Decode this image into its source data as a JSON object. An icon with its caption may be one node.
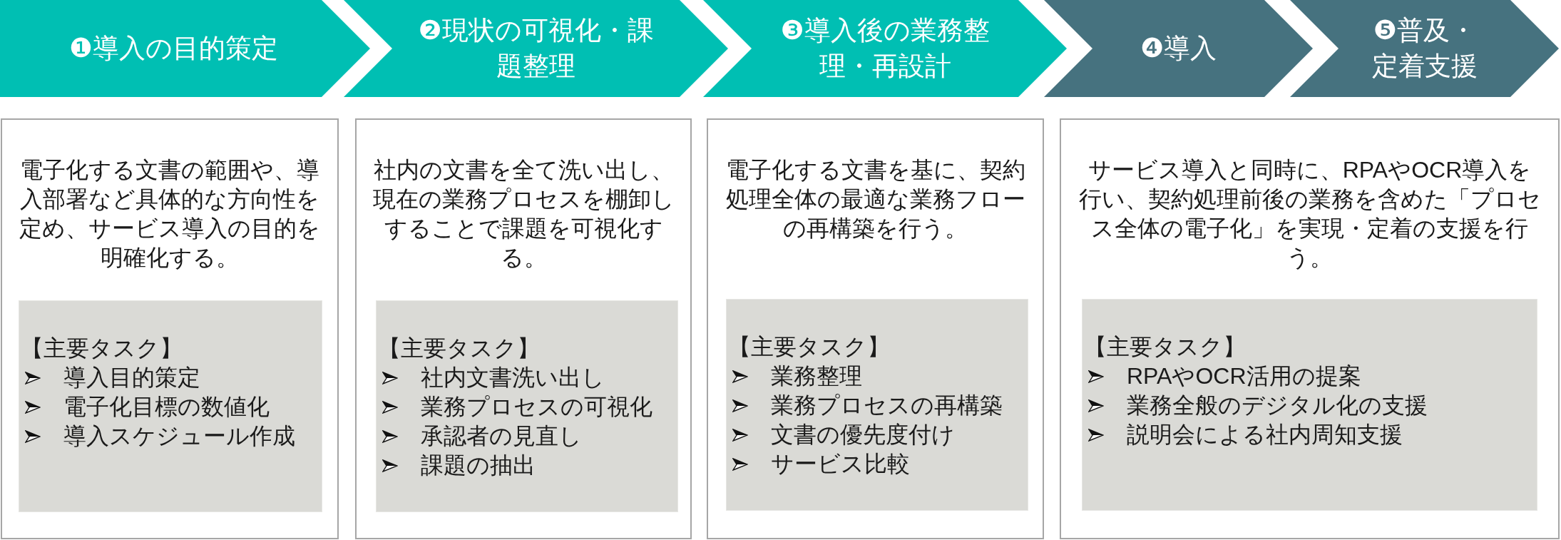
{
  "diagram": {
    "nodes": [
      {
        "text": [
          "❶導入の目的策定"
        ]
      },
      {
        "text": [
          "❷現状の可視化・課題整理"
        ]
      },
      {
        "text": [
          "❸導入後の業務整理・再設計"
        ]
      },
      {
        "text": [
          "❹導入"
        ]
      },
      {
        "text": [
          "❺普及・定着支援"
        ]
      },
      {
        "text": [
          "電子化する文書の範囲や、導入部署など具体的な方向性を定め、サービス導入の目的を明確化する。"
        ]
      },
      {
        "text": [
          "【主要タスク】",
          "導入目的策定",
          "電子化目標の数値化",
          "導入スケジュール作成"
        ],
        "in": 5
      },
      {
        "text": [
          "社内の文書を全て洗い出し、現在の業務プロセスを棚卸しすることで課題を可視化する。"
        ]
      },
      {
        "text": [
          "【主要タスク】",
          "社内文書洗い出し",
          "業務プロセスの可視化",
          "承認者の見直し",
          "課題の抽出"
        ],
        "in": 7
      },
      {
        "text": [
          "電子化する文書を基に、契約処理全体の最適な業務フローの再構築を行う。"
        ]
      },
      {
        "text": [
          "【主要タスク】",
          "業務整理",
          "業務プロセスの再構築",
          "文書の優先度付け",
          "サービス比較"
        ],
        "in": 9
      },
      {
        "text": [
          "サービス導入と同時に、RPAやOCR導入を行い、契約処理前後の業務を含めた「プロセス全体の電子化」を実現・定着の支援を行う。"
        ]
      },
      {
        "text": [
          "【主要タスク】",
          "RPAやOCR活用の提案",
          "業務全般のデジタル化の支援",
          "説明会による社内周知支援"
        ],
        "in": 11
      }
    ]
  }
}
